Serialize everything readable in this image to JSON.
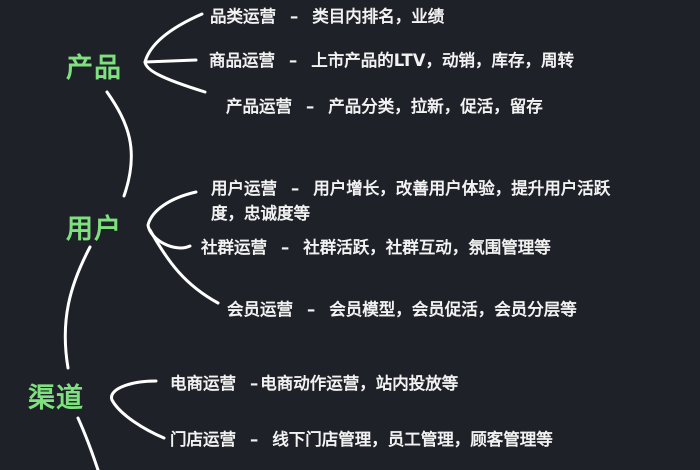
{
  "diagram": {
    "type": "mind-map",
    "colors": {
      "background": "#1e2128",
      "topic": "#7ee07e",
      "leaf_text": "#f2f2f2",
      "connector": "#ffffff"
    },
    "topics": [
      {
        "label": "产品",
        "branches": [
          {
            "name": "品类运营",
            "dash": "–",
            "desc": "类目内排名，业绩"
          },
          {
            "name": "商品运营",
            "dash": "–",
            "desc": "上市产品的LTV，动销，库存，周转"
          },
          {
            "name": "产品运营",
            "dash": "–",
            "desc": "产品分类，拉新，促活，留存"
          }
        ]
      },
      {
        "label": "用户",
        "branches": [
          {
            "name": "用户运营",
            "dash": "–",
            "desc": "用户增长，改善用户体验，提升用户活跃度，忠诚度等"
          },
          {
            "name": "社群运营",
            "dash": "–",
            "desc": "社群活跃，社群互动，氛围管理等"
          },
          {
            "name": "会员运营",
            "dash": "–",
            "desc": "会员模型，会员促活，会员分层等"
          }
        ]
      },
      {
        "label": "渠道",
        "branches": [
          {
            "name": "电商运营",
            "dash": "–",
            "desc": "电商动作运营，站内投放等"
          },
          {
            "name": "门店运营",
            "dash": "–",
            "desc": "线下门店管理，员工管理，顾客管理等"
          }
        ]
      }
    ]
  }
}
